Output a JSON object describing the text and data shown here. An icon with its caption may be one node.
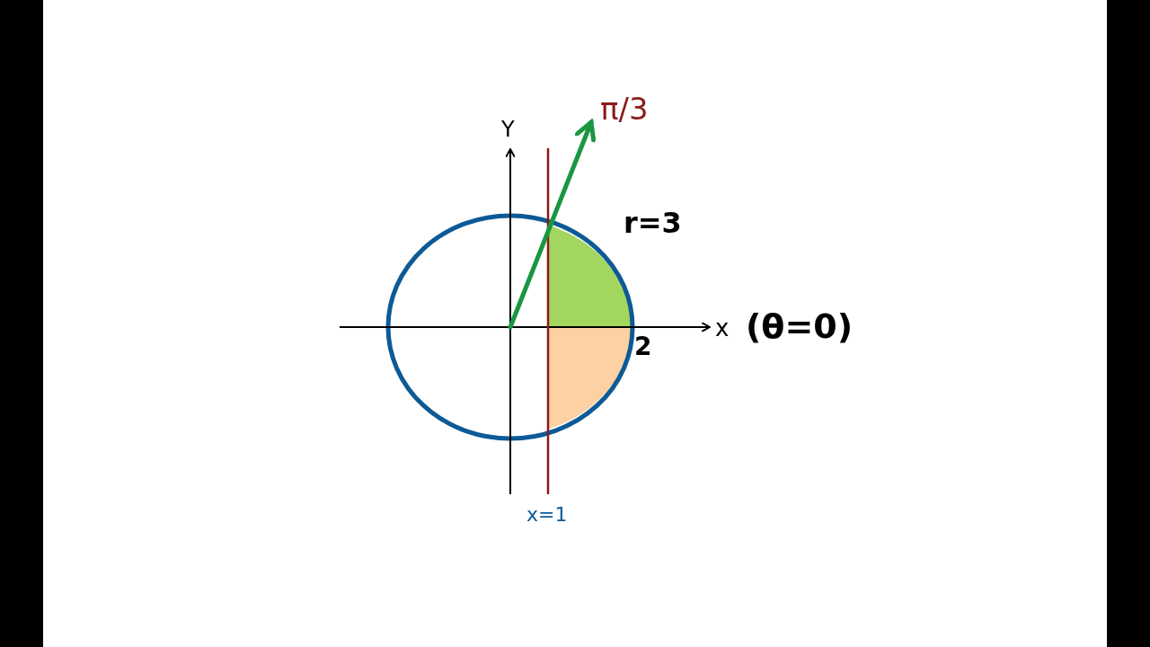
{
  "diagram": {
    "labels": [
      "π/3",
      "Y",
      "r=3",
      "x",
      "(θ=0)",
      "2",
      "x=1"
    ]
  }
}
